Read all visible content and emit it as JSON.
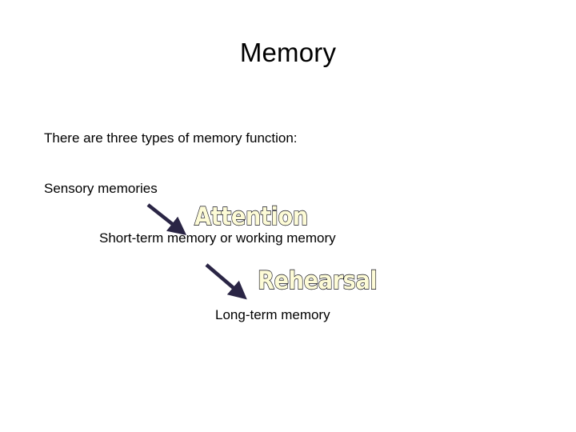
{
  "slide": {
    "title": "Memory",
    "background_color": "#ffffff",
    "text_color": "#000000"
  },
  "body": {
    "intro": "There are three types of memory function:",
    "sensory": "Sensory memories",
    "short_term": "Short-term memory or working memory",
    "long_term": "Long-term memory"
  },
  "wordart": {
    "attention": "Attention",
    "rehearsal": "Rehearsal",
    "fill_color": "#fdfbd6",
    "outline_color": "#0d0d18"
  },
  "arrows": {
    "attention_arrow_name": "down-right-arrow",
    "rehearsal_arrow_name": "down-right-arrow",
    "color": "#2a2545"
  }
}
